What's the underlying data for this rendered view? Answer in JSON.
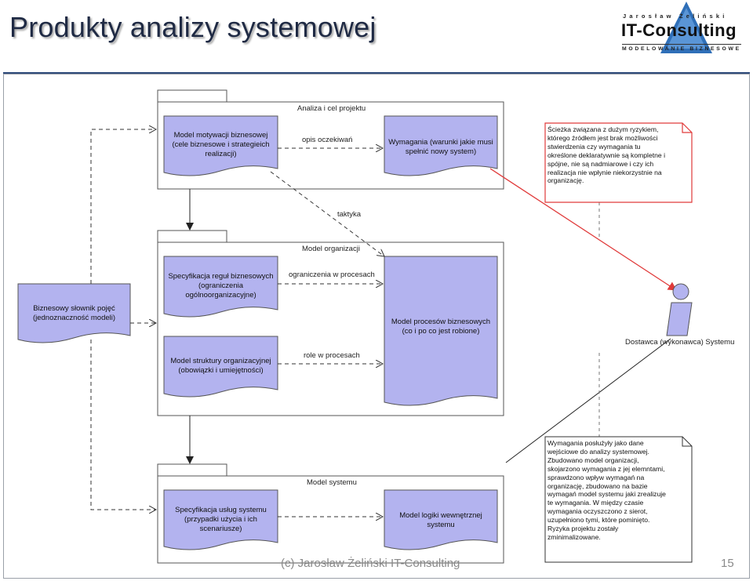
{
  "title": "Produkty analizy systemowej",
  "logo": {
    "top_text": "Jarosław Żeliński",
    "main_text": "IT-Consulting",
    "bottom_text": "MODELOWANIE BIZNESOWE"
  },
  "packages": {
    "analiza": "Analiza i cel projektu",
    "organizacja": "Model organizacji",
    "system": "Model systemu"
  },
  "documents": {
    "motywacja": [
      "Model motywacji biznesowej",
      "(cele biznesowe i strategieich",
      "realizacji)"
    ],
    "wymagania": [
      "Wymagania (warunki jakie musi",
      "spełnić nowy system)"
    ],
    "slownik": [
      "Biznesowy słownik pojęć",
      "(jednoznaczność modeli)"
    ],
    "regul": [
      "Specyfikacja reguł biznesowych",
      "(ograniczenia",
      "ogólnoorganizacyjne)"
    ],
    "struktury": [
      "Model struktury organizacyjnej",
      "(obowiązki  i umiejętności)"
    ],
    "procesow": [
      "Model procesów biznesowych",
      "(co i po co jest robione)"
    ],
    "uslug": [
      "Specyfikacja usług systemu",
      "(przypadki użycia i ich",
      "scenariusze)"
    ],
    "logiki": [
      "Model logiki wewnętrznej",
      "systemu"
    ]
  },
  "edges": {
    "opis": "opis oczekiwań",
    "taktyka": "taktyka",
    "ograniczenia": "ograniczenia w procesach",
    "role": "role w procesach"
  },
  "actor": "Dostawca (wykonawca) Systemu",
  "notes": {
    "risk": [
      "Ścieżka związana z dużym ryzykiem,",
      "którego źródłem jest brak możliwości",
      "stwierdzenia czy wymagania tu",
      "określone deklaratywnie są kompletne i",
      "spójne, nie są nadmiarowe i czy ich",
      "realizacja nie wpłynie niekorzystnie na",
      "organizację."
    ],
    "summary": [
      "Wymagania posłużyły jako dane",
      "wejściowe do analizy systemowej.",
      "Zbudowano model organizacji,",
      "skojarzono wymagania z jej elemntami,",
      "sprawdzono wpływ wymagań na",
      "organizację, zbudowano na bazie",
      "wymagań model systemu jaki zrealizuje",
      "te wymagania. W między czasie",
      "wymagania oczyszczono z sierot,",
      "uzupełniono tymi, które pominięto.",
      "Ryzyka projektu zostały",
      "zminimalizowane."
    ]
  },
  "footer": {
    "copyright": "(c) Jarosław Żeliński IT-Consulting",
    "page": "15"
  },
  "colors": {
    "document_fill": "#b3b3ef",
    "risk_line": "#e03a3a",
    "title": "#1f2a44",
    "logo_blue": "#2f6fb8"
  }
}
